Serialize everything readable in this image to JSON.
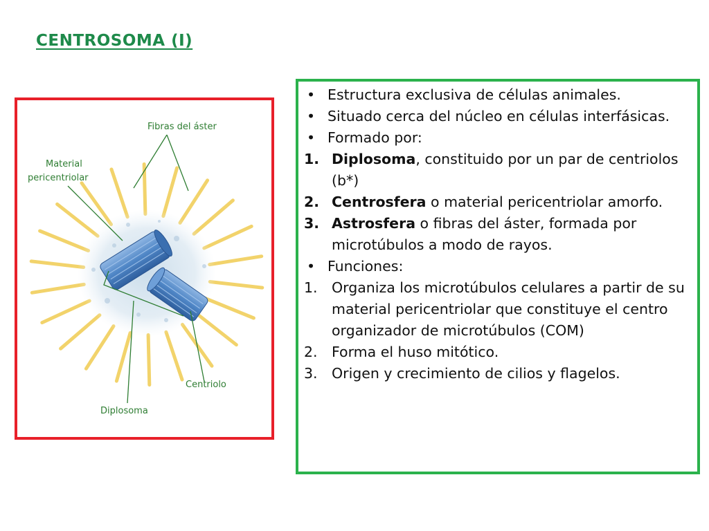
{
  "title": "CENTROSOMA (I)",
  "colors": {
    "title": "#1e8a4a",
    "figure_border": "#e8202a",
    "info_border": "#2bb24c",
    "label_text": "#2e7d32",
    "centriole": "#4f86c6",
    "aster_fiber": "#f2d36b"
  },
  "figure": {
    "labels": {
      "fibras": "Fibras del áster",
      "material_line1": "Material",
      "material_line2": "pericentriolar",
      "centriolo": "Centriolo",
      "diplosoma": "Diplosoma"
    }
  },
  "info": {
    "b1": "Estructura exclusiva de células animales.",
    "b2": "Situado cerca del núcleo en células interfásicas.",
    "b3": "Formado por:",
    "f1_num": "1.",
    "f1_bold": "Diplosoma",
    "f1_rest": ", constituido por un par de centriolos (b*)",
    "f2_num": "2.",
    "f2_bold": "Centrosfera",
    "f2_rest": " o material pericentriolar amorfo.",
    "f3_num": "3.",
    "f3_bold": "Astrosfera",
    "f3_rest": " o fibras del áster, formada por microtúbulos a modo de rayos.",
    "b4": "Funciones:",
    "fn1_num": "1.",
    "fn1": "Organiza los microtúbulos celulares a partir de su material pericentriolar que constituye el centro organizador de microtúbulos (COM)",
    "fn2_num": "2.",
    "fn2": "Forma el huso mitótico.",
    "fn3_num": "3.",
    "fn3": "Origen y crecimiento de cilios y flagelos."
  }
}
